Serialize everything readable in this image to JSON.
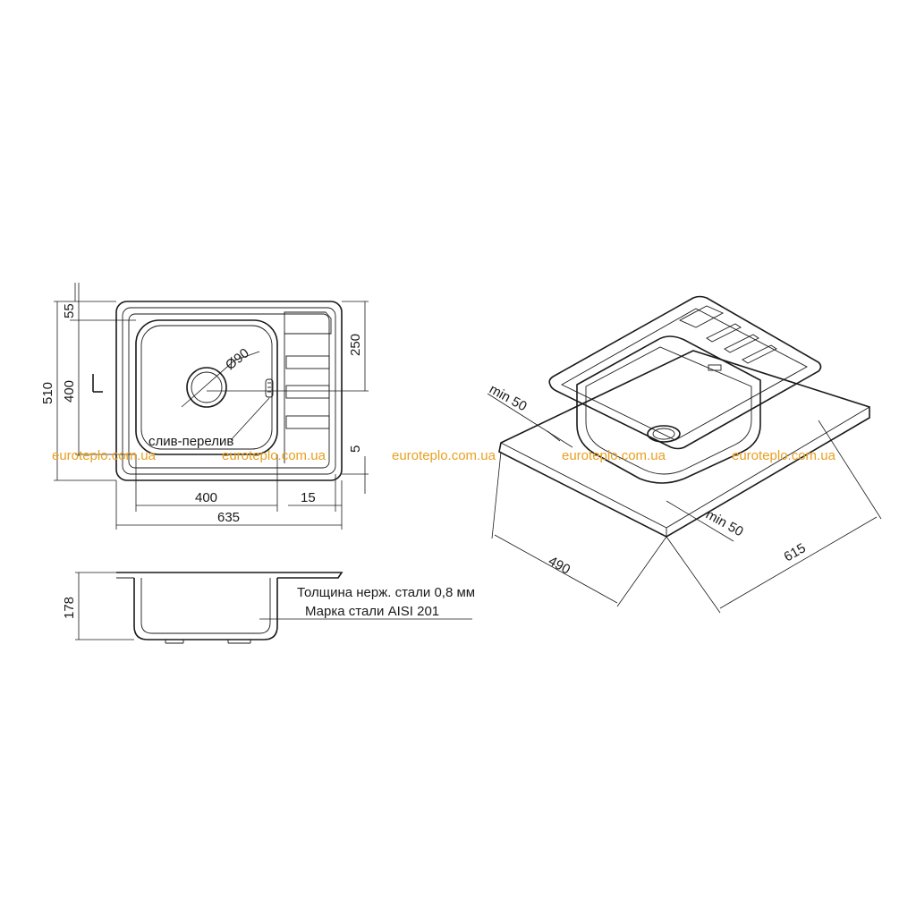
{
  "top_view": {
    "dims": {
      "overall_height": "510",
      "bowl_height": "400",
      "top_offset": "55",
      "drain_offset": "250",
      "small_offset": "5",
      "bowl_width": "400",
      "right_offset": "15",
      "overall_width": "635"
    },
    "drain_diameter": "Ø90",
    "overflow_label": "слив-перелив"
  },
  "side_view": {
    "depth": "178"
  },
  "notes": {
    "thickness": "Толщина нерж. стали 0,8 мм",
    "steel_grade": "Марка стали AISI 201"
  },
  "iso_view": {
    "cutout_width": "490",
    "cutout_length": "615",
    "min_edge_left": "min 50",
    "min_edge_right": "min 50"
  },
  "watermark": "euroteplo.com.ua",
  "colors": {
    "line": "#1a1a1a",
    "watermark": "#e8a020",
    "background": "#ffffff"
  }
}
